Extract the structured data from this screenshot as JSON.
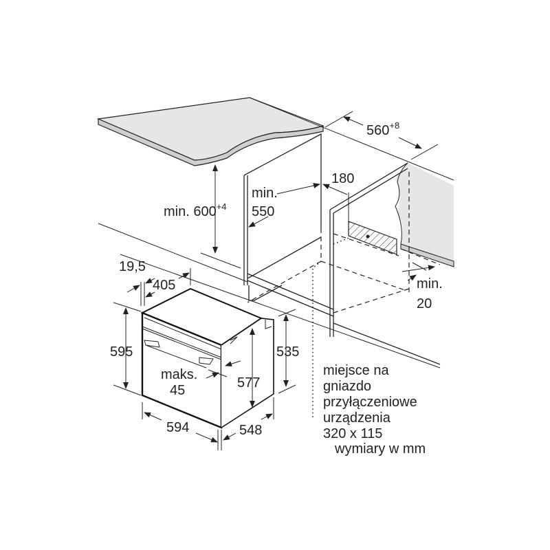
{
  "dimensions": {
    "niche_height": {
      "label": "min. 600",
      "tolerance": "+4"
    },
    "niche_depth": {
      "line1": "min.",
      "line2": "550"
    },
    "socket_offset": "180",
    "niche_width": {
      "label": "560",
      "tolerance": "+8"
    },
    "side_gap": {
      "line1": "min.",
      "line2": "20"
    },
    "front_panel_depth": "19,5",
    "top_depth": "405",
    "oven_height": "595",
    "body_height": "535",
    "handle_projection": {
      "line1": "maks.",
      "line2": "45"
    },
    "inner_height": "577",
    "oven_width": "594",
    "oven_depth": "548"
  },
  "socket_note": [
    "miejsce na",
    "gniazdo",
    "przyłączeniowe",
    "urządzenia",
    "320 x 115"
  ],
  "units_note": "wymiary w mm"
}
